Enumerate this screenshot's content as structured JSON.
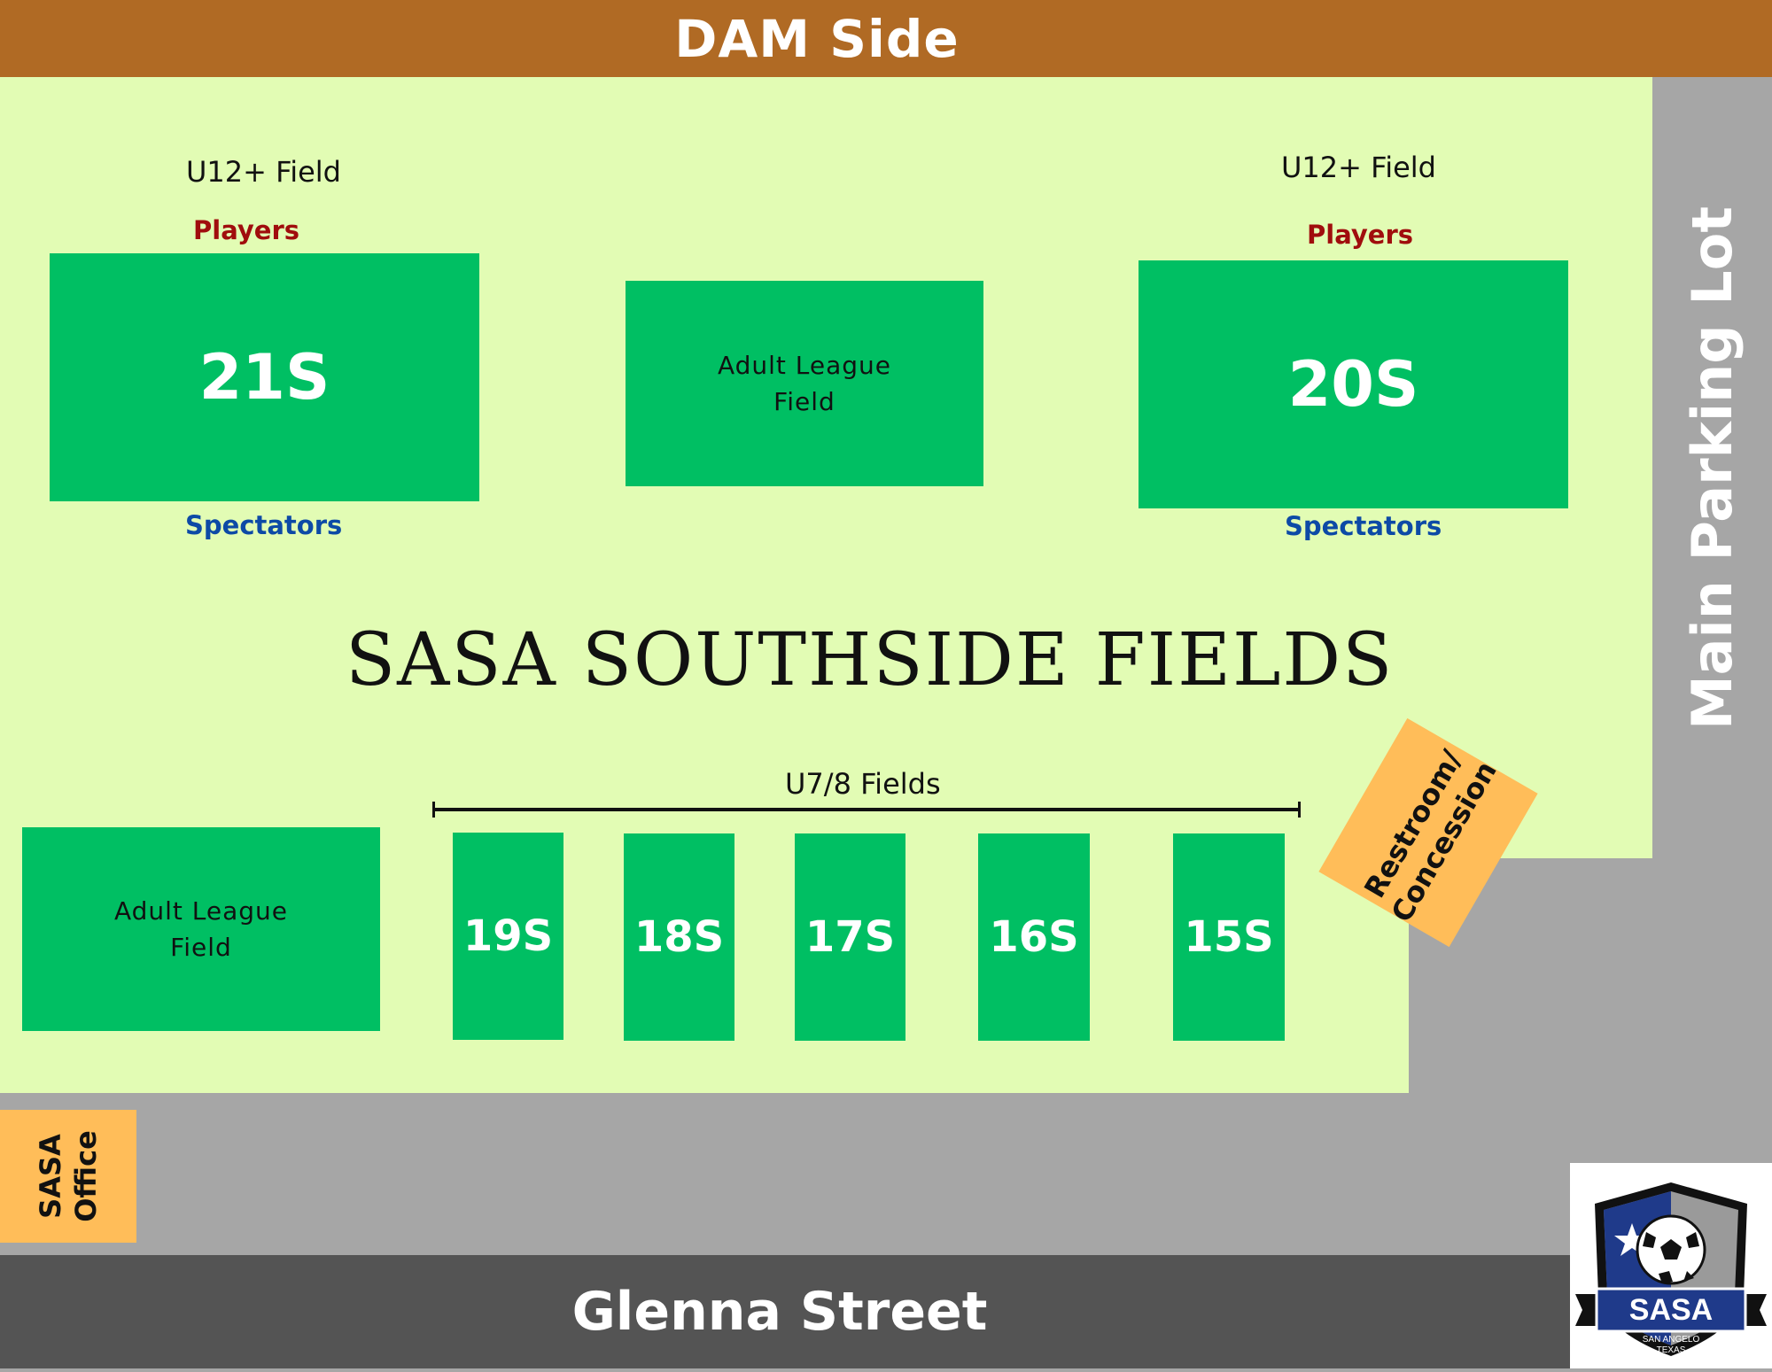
{
  "map": {
    "top_road": "DAM Side",
    "bottom_road": "Glenna Street",
    "right_area": "Main Parking Lot",
    "title": "SASA SOUTHSIDE FIELDS"
  },
  "fields": {
    "f21": {
      "name": "21S",
      "category": "U12+ Field",
      "top": "Players",
      "bottom": "Spectators"
    },
    "f20": {
      "name": "20S",
      "category": "U12+ Field",
      "top": "Players",
      "bottom": "Spectators"
    },
    "adult_top": {
      "line1": "Adult League",
      "line2": "Field"
    },
    "adult_bottom": {
      "line1": "Adult League",
      "line2": "Field"
    },
    "small_group_label": "U7/8 Fields",
    "small": [
      "19S",
      "18S",
      "17S",
      "16S",
      "15S"
    ]
  },
  "buildings": {
    "restroom": {
      "line1": "Restroom/",
      "line2": "Concession"
    },
    "office": {
      "line1": "SASA",
      "line2": "Office"
    }
  },
  "logo": {
    "name": "SASA",
    "sub1": "SAN ANGELO",
    "sub2": "TEXAS"
  },
  "colors": {
    "dam_bar": "#b06a24",
    "grass": "#e2fcb4",
    "field": "#00bf63",
    "road": "#545454",
    "lot": "#a6a6a6",
    "building": "#ffbd59",
    "players": "#a00d0d",
    "spectators": "#0d4aa6"
  }
}
